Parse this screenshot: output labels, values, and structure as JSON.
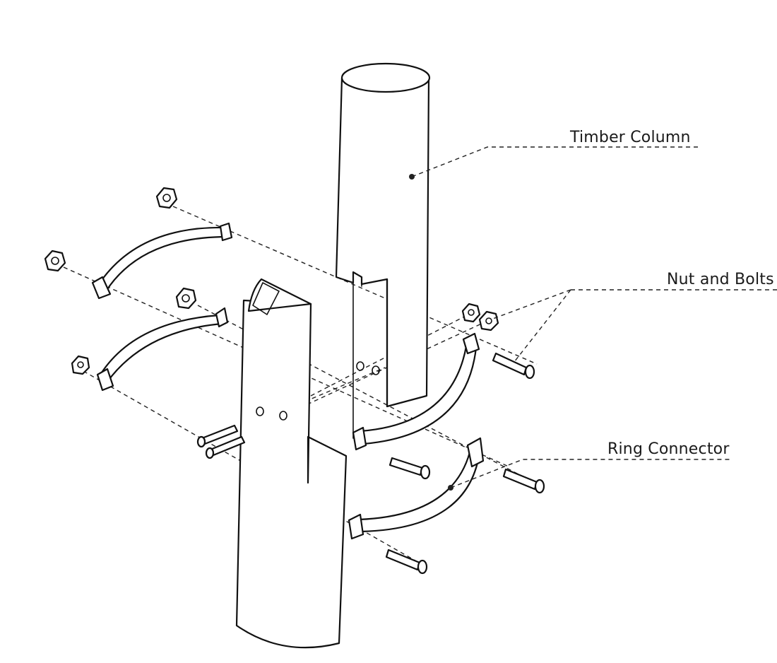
{
  "labels": {
    "timber_column": "Timber Column",
    "nut_and_bolts": "Nut and Bolts",
    "ring_connector": "Ring Connector"
  },
  "colors": {
    "ink": "#111111",
    "background": "#ffffff"
  }
}
